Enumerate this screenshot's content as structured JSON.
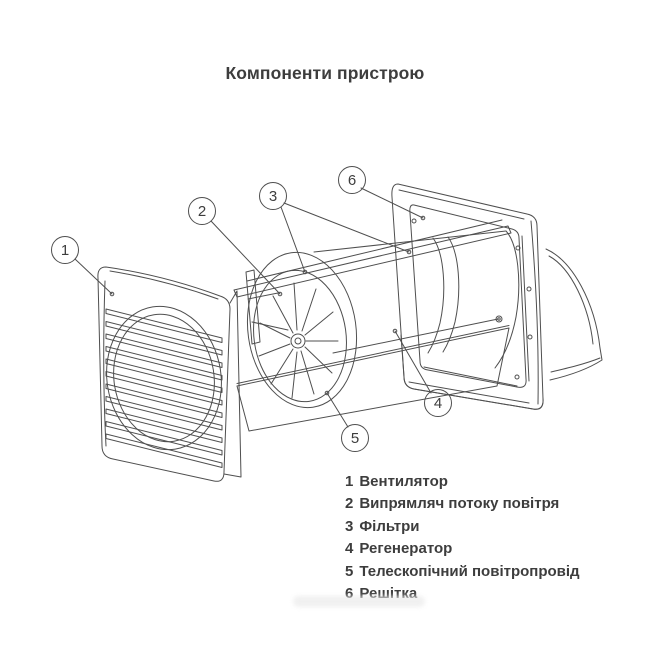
{
  "page": {
    "background": "#ffffff"
  },
  "header": {
    "title": "Компоненти пристрою"
  },
  "diagram": {
    "colors": {
      "line": "#4f4f4f",
      "text": "#3d3d3d"
    },
    "callouts": [
      {
        "num": "1"
      },
      {
        "num": "2"
      },
      {
        "num": "3"
      },
      {
        "num": "4"
      },
      {
        "num": "5"
      },
      {
        "num": "6"
      }
    ]
  },
  "legend": {
    "items": [
      {
        "num": "1",
        "label": "Вентилятор"
      },
      {
        "num": "2",
        "label": "Випрямляч потоку повітря"
      },
      {
        "num": "3",
        "label": "Фільтри"
      },
      {
        "num": "4",
        "label": "Регенератор"
      },
      {
        "num": "5",
        "label": "Телескопічний повітропровід"
      },
      {
        "num": "6",
        "label": "Решітка"
      }
    ]
  }
}
